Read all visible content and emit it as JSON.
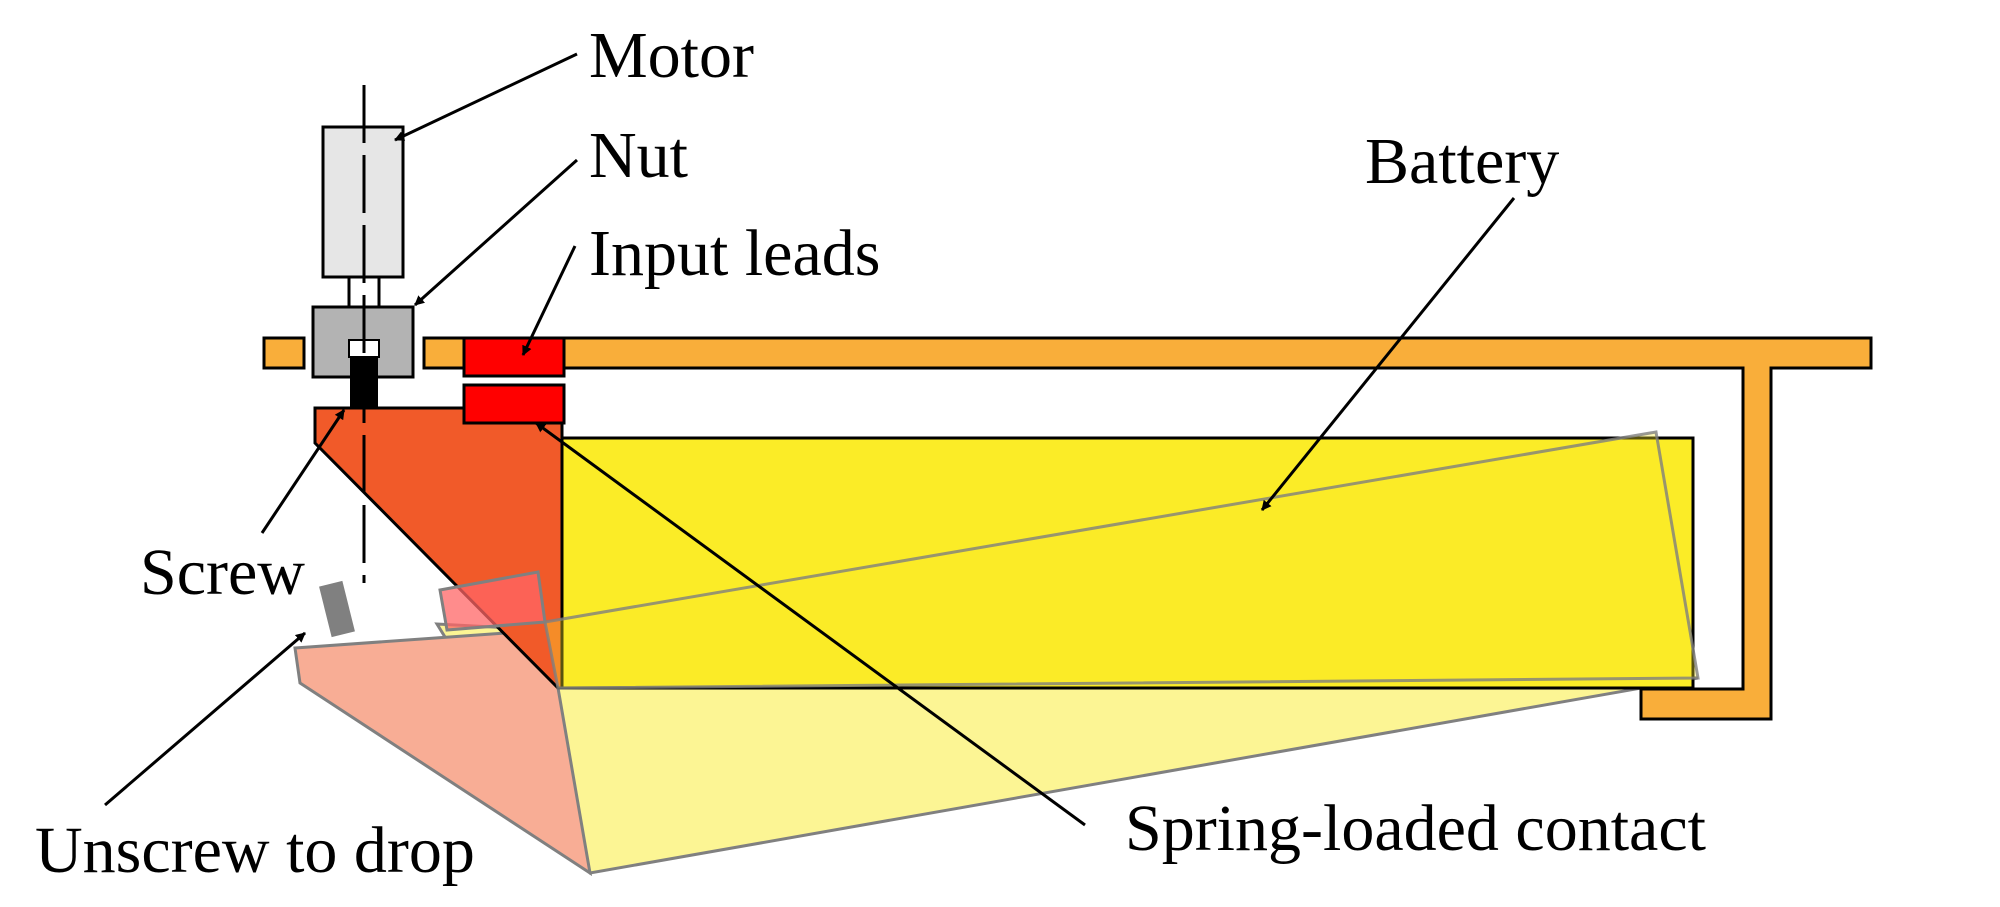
{
  "diagram": {
    "labels": {
      "motor": "Motor",
      "nut": "Nut",
      "input_leads": "Input leads",
      "battery": "Battery",
      "screw": "Screw",
      "unscrew_to_drop": "Unscrew to drop",
      "spring_loaded_contact": "Spring-loaded contact"
    },
    "colors": {
      "frame": "#F9AE3A",
      "battery": "#FBEC27",
      "battery_dropped": "#FCF594",
      "holder": "#F15A29",
      "holder_dropped": "#F8AD95",
      "contact": "#FF0000",
      "motor": "#E6E6E6",
      "nut": "#B3B3B3",
      "screw": "#000000"
    }
  }
}
